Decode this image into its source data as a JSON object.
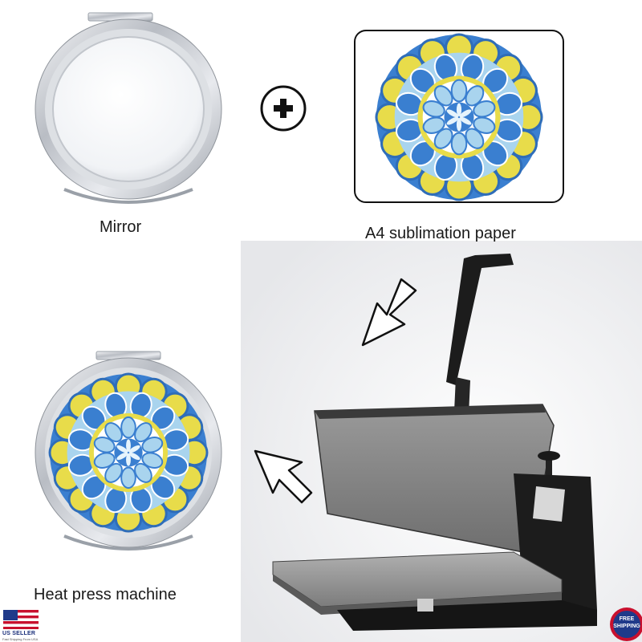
{
  "captions": {
    "mirror": "Mirror",
    "paper": "A4 sublimation paper",
    "press": "Heat press machine"
  },
  "badges": {
    "us_seller": "US SELLER",
    "us_seller_sub": "Fast Shipping From USA",
    "free_line1": "FREE",
    "free_line2": "SHIPPING"
  },
  "colors": {
    "mandala_blue": "#3a7fd0",
    "mandala_light": "#a9d4ee",
    "mandala_yellow": "#e8dc4a",
    "press_dark": "#1c1c1c",
    "press_plate": "#8c8c8c",
    "chrome": "#c9ccd1"
  },
  "icons": [
    "plus-icon",
    "arrow-down-left-icon",
    "arrow-up-left-icon",
    "us-flag-icon",
    "free-shipping-badge-icon"
  ]
}
